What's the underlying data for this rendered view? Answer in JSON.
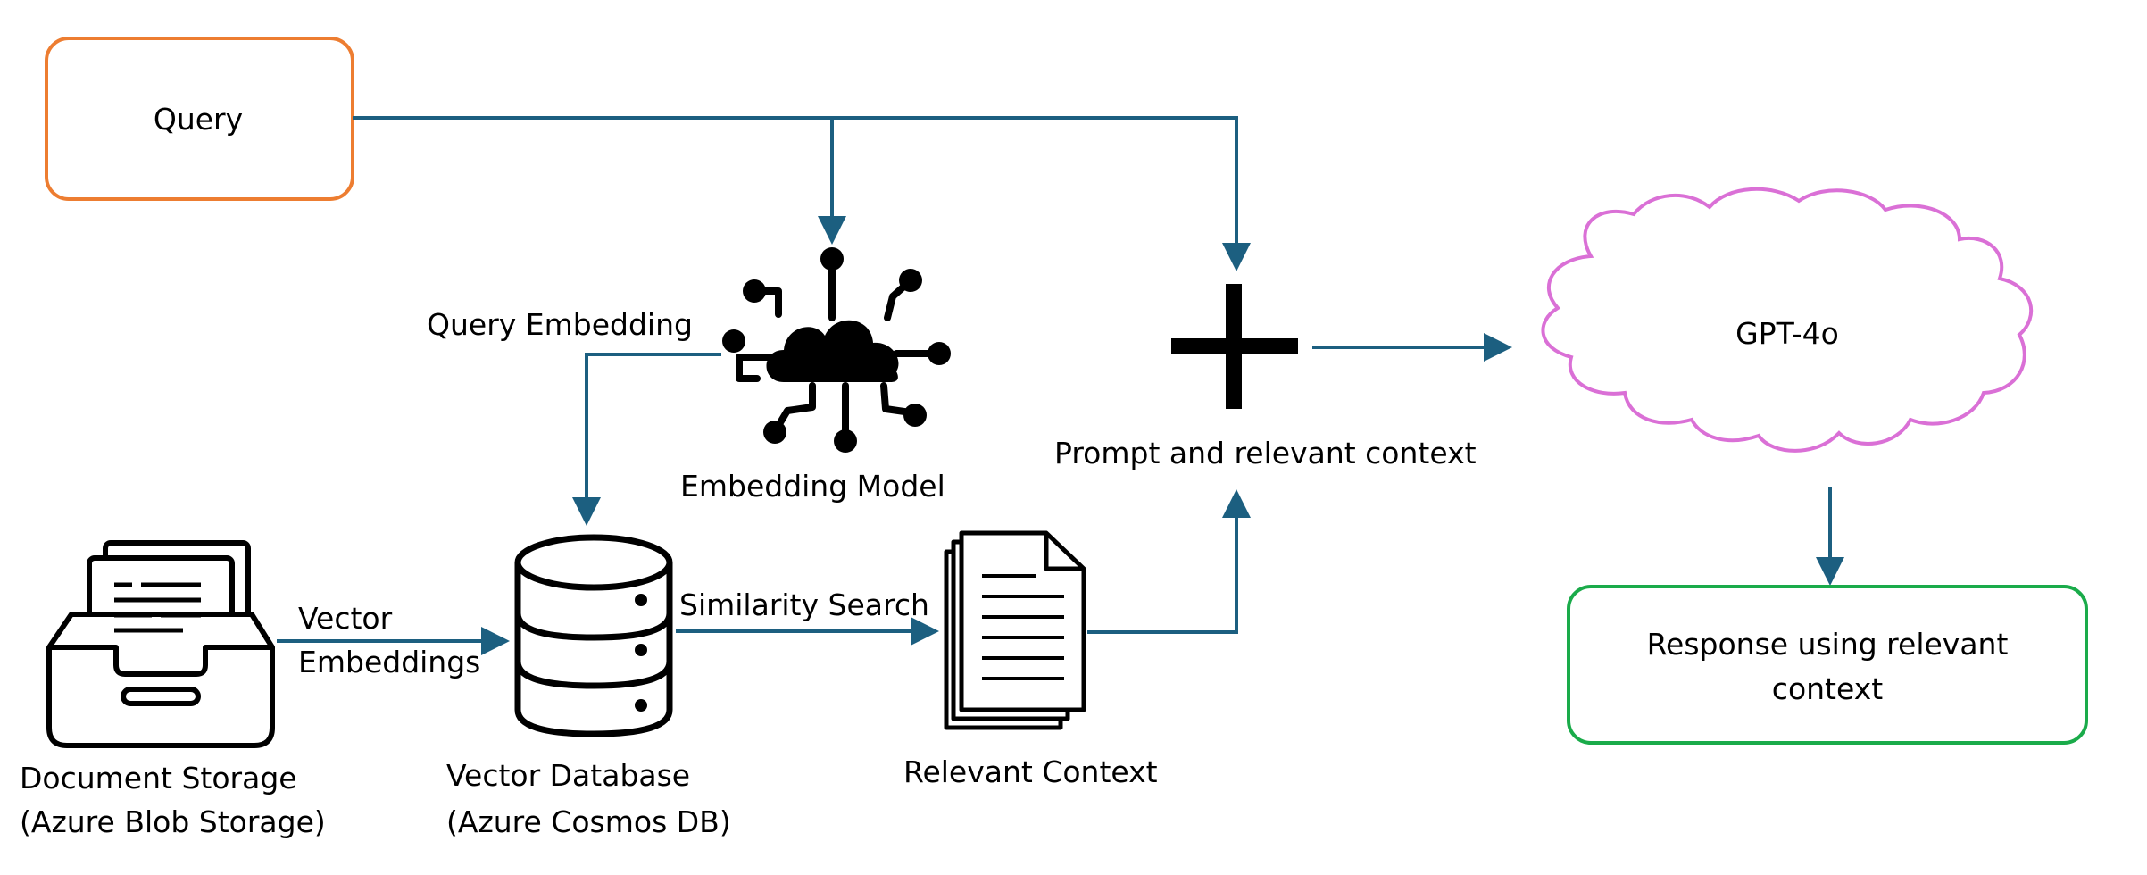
{
  "colors": {
    "arrow": "#1c5f80",
    "query_border": "#ed7d31",
    "response_border": "#1aab4a",
    "cloud_border": "#da70d6",
    "icon": "#000000"
  },
  "nodes": {
    "query": {
      "label": "Query"
    },
    "embedding_model": {
      "label": "Embedding Model",
      "icon": "ai-cloud-network-icon"
    },
    "combine": {
      "label": "Prompt and relevant context",
      "icon": "plus-icon"
    },
    "gpt": {
      "label": "GPT-4o",
      "shape": "cloud"
    },
    "response": {
      "line1": "Response using relevant",
      "line2": "context"
    },
    "doc_storage": {
      "line1": "Document Storage",
      "line2": "(Azure Blob Storage)",
      "icon": "document-inbox-icon"
    },
    "vector_db": {
      "line1": "Vector Database",
      "line2": "(Azure Cosmos DB)",
      "icon": "database-icon"
    },
    "relevant_context": {
      "label": "Relevant Context",
      "icon": "documents-stack-icon"
    }
  },
  "edges": {
    "query_embedding": "Query Embedding",
    "vector_embeddings_1": "Vector",
    "vector_embeddings_2": "Embeddings",
    "similarity_search": "Similarity Search"
  }
}
